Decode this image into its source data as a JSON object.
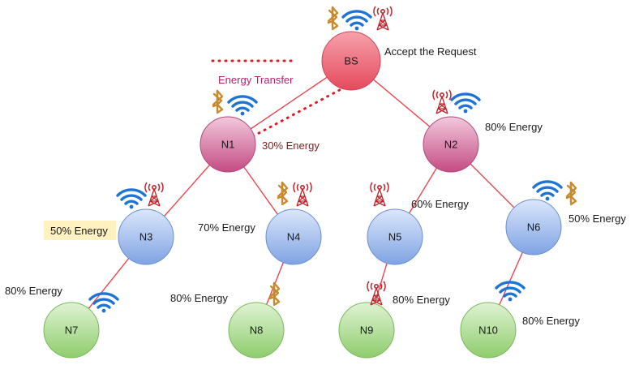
{
  "diagram": {
    "nodes": {
      "BS": {
        "label": "BS"
      },
      "N1": {
        "label": "N1"
      },
      "N2": {
        "label": "N2"
      },
      "N3": {
        "label": "N3"
      },
      "N4": {
        "label": "N4"
      },
      "N5": {
        "label": "N5"
      },
      "N6": {
        "label": "N6"
      },
      "N7": {
        "label": "N7"
      },
      "N8": {
        "label": "N8"
      },
      "N9": {
        "label": "N9"
      },
      "N10": {
        "label": "N10"
      }
    },
    "edges": [
      [
        "BS",
        "N1"
      ],
      [
        "BS",
        "N2"
      ],
      [
        "N1",
        "N3"
      ],
      [
        "N1",
        "N4"
      ],
      [
        "N2",
        "N5"
      ],
      [
        "N2",
        "N6"
      ],
      [
        "N3",
        "N7"
      ],
      [
        "N4",
        "N8"
      ],
      [
        "N5",
        "N9"
      ],
      [
        "N6",
        "N10"
      ]
    ],
    "energy_transfer_path": [
      "N1",
      "BS"
    ],
    "annotations": {
      "bs": "Accept the Request",
      "n1": "30% Energy",
      "n2": "80% Energy",
      "n3": "50% Energy",
      "n4": "70% Energy",
      "n5": "60% Energy",
      "n6": "50% Energy",
      "n7": "80% Energy",
      "n8": "80% Energy",
      "n9": "80% Energy",
      "n10": "80% Energy"
    },
    "legend": {
      "energy_transfer": "Energy Transfer"
    },
    "icons": {
      "BS": [
        "bluetooth-icon",
        "wifi-icon",
        "antenna-tower-icon"
      ],
      "N1": [
        "bluetooth-icon",
        "wifi-icon"
      ],
      "N2": [
        "antenna-tower-icon",
        "wifi-icon"
      ],
      "N3": [
        "wifi-icon",
        "antenna-tower-icon"
      ],
      "N4": [
        "bluetooth-icon",
        "antenna-tower-icon"
      ],
      "N5": [
        "antenna-tower-icon"
      ],
      "N6": [
        "wifi-icon",
        "bluetooth-icon"
      ],
      "N7": [
        "wifi-icon"
      ],
      "N8": [
        "bluetooth-icon"
      ],
      "N9": [
        "antenna-tower-icon"
      ],
      "N10": [
        "wifi-icon"
      ]
    },
    "colors": {
      "edge": "#e8474f",
      "energy_transfer": "#e0191f",
      "root_fill": "#f06b78",
      "mid_fill": "#d6709a",
      "blue_fill": "#8fb0e8",
      "green_fill": "#a7d98c",
      "highlight": "#fff2c0",
      "transfer_text": "#b0226f",
      "n1_energy_text": "#8b1a1a",
      "bluetooth": "#c98a2e",
      "wifi": "#1e73d6",
      "tower": "#c0262d"
    }
  }
}
